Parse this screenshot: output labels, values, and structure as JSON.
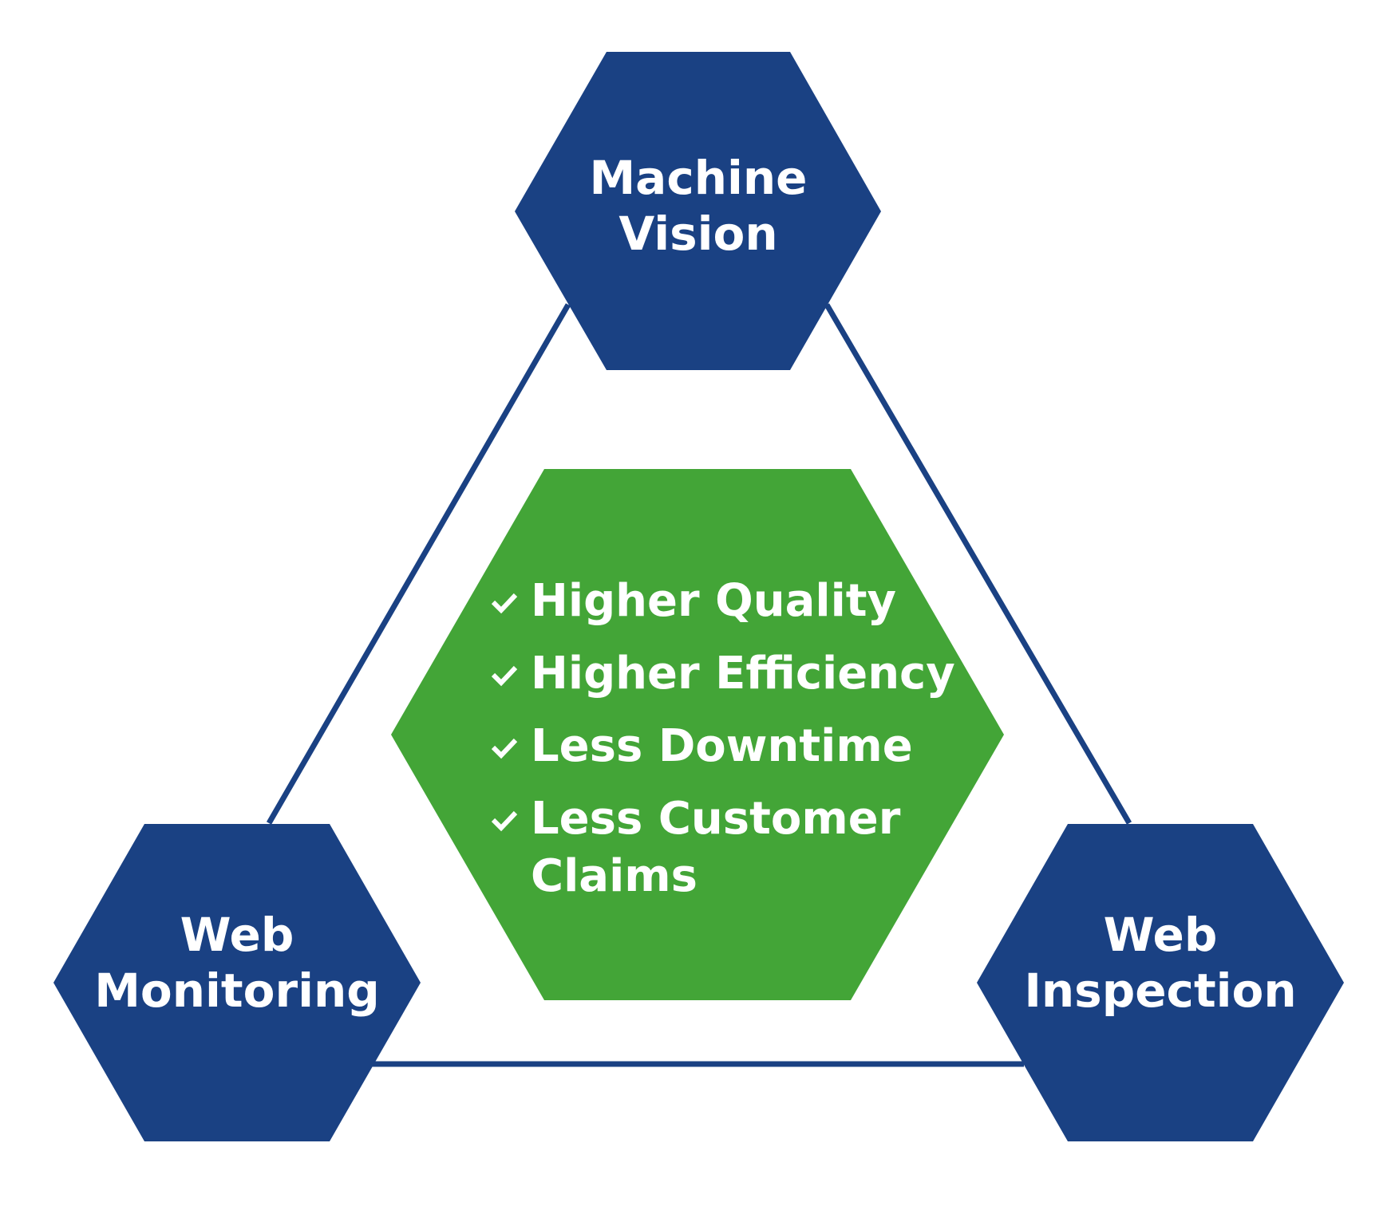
{
  "colors": {
    "blue": "#1a4183",
    "green": "#43a537",
    "text": "#ffffff",
    "background": "#ffffff"
  },
  "nodes": {
    "top": {
      "line1": "Machine",
      "line2": "Vision"
    },
    "left": {
      "line1": "Web",
      "line2": "Monitoring"
    },
    "right": {
      "line1": "Web",
      "line2": "Inspection"
    }
  },
  "center": {
    "icon": "check-icon",
    "items": [
      {
        "label": "Higher Quality"
      },
      {
        "label": "Higher Efficiency"
      },
      {
        "label": "Less Downtime"
      },
      {
        "label": "Less Customer Claims"
      }
    ]
  }
}
